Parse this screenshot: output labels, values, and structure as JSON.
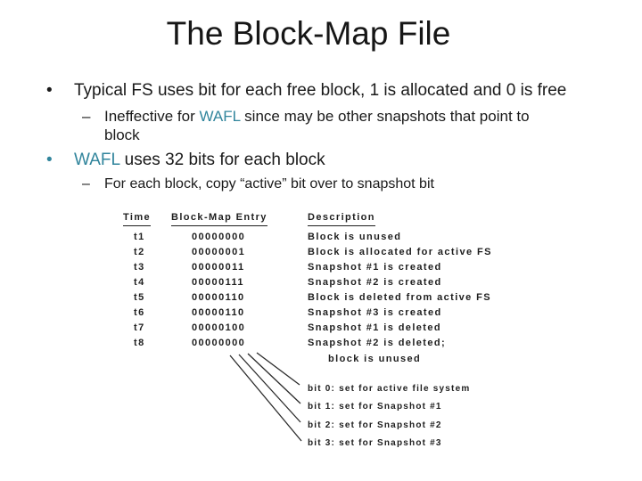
{
  "title": "The Block-Map File",
  "accent_color": "#31859C",
  "bullets": {
    "b1": {
      "marker": "•",
      "text": "Typical FS uses bit for each free block, 1 is allocated and 0 is free"
    },
    "sub1": {
      "marker": "–",
      "pre": "Ineffective for ",
      "accent": "WAFL",
      "post": " since may be other snapshots that point to block"
    },
    "b2": {
      "marker": "•",
      "accent": "WAFL",
      "post": " uses 32 bits for each block"
    },
    "sub2": {
      "marker": "–",
      "text": "For each block, copy “active” bit over to snapshot bit"
    }
  },
  "figure": {
    "headers": {
      "time": "Time",
      "entry": "Block-Map Entry",
      "desc": "Description"
    },
    "rows": [
      {
        "time": "t1",
        "entry": "00000000",
        "desc": "Block is unused"
      },
      {
        "time": "t2",
        "entry": "00000001",
        "desc": "Block is allocated for active FS"
      },
      {
        "time": "t3",
        "entry": "00000011",
        "desc": "Snapshot #1 is created"
      },
      {
        "time": "t4",
        "entry": "00000111",
        "desc": "Snapshot #2 is created"
      },
      {
        "time": "t5",
        "entry": "00000110",
        "desc": "Block is deleted from active FS"
      },
      {
        "time": "t6",
        "entry": "00000110",
        "desc": "Snapshot #3 is created"
      },
      {
        "time": "t7",
        "entry": "00000100",
        "desc": "Snapshot #1 is deleted"
      },
      {
        "time": "t8",
        "entry": "00000000",
        "desc": "Snapshot #2 is deleted;"
      }
    ],
    "continuation": "block is unused",
    "bit_labels": [
      "bit 0: set for active file system",
      "bit 1: set for Snapshot #1",
      "bit 2: set for Snapshot #2",
      "bit 3: set for Snapshot #3"
    ]
  }
}
